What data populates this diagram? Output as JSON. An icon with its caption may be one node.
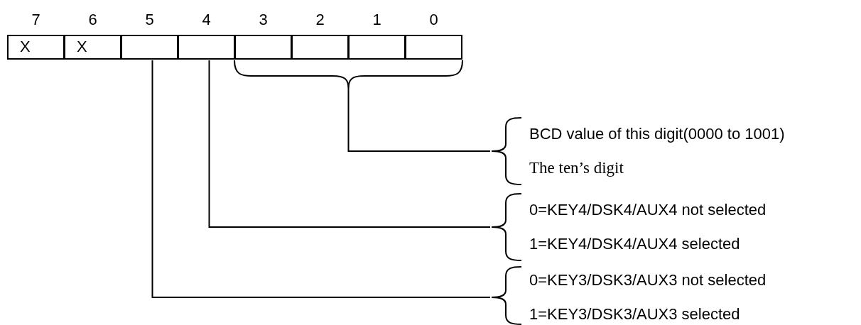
{
  "diagram": {
    "nodes": [
      {
        "text": [
          "X"
        ],
        "beside": [
          "7"
        ]
      },
      {
        "text": [
          "X"
        ],
        "beside": [
          "6"
        ]
      },
      {
        "text": [],
        "shape": "box",
        "beside": [
          "5"
        ]
      },
      {
        "text": [],
        "shape": "box",
        "beside": [
          "4"
        ]
      },
      {
        "text": [],
        "shape": "box",
        "beside": [
          "3"
        ]
      },
      {
        "text": [],
        "shape": "box",
        "beside": [
          "2"
        ]
      },
      {
        "text": [],
        "shape": "box",
        "beside": [
          "1"
        ]
      },
      {
        "text": [],
        "shape": "box",
        "beside": [
          "0"
        ]
      },
      {
        "text": [],
        "shape": "bracket"
      },
      {
        "text": [
          "BCD value of this digit(0000 to 1001)",
          "The ten’s digit"
        ]
      },
      {
        "text": [
          "0=KEY4/DSK4/AUX4 not selected",
          "1=KEY4/DSK4/AUX4 selected"
        ]
      },
      {
        "text": [
          "0=KEY3/DSK3/AUX3 not selected",
          "1=KEY3/DSK3/AUX3 selected"
        ]
      }
    ],
    "edges": [
      {
        "from": 8,
        "to": 9,
        "arrow": "none"
      },
      {
        "from": 3,
        "to": 10,
        "arrow": "none"
      },
      {
        "from": 2,
        "to": 11,
        "arrow": "none"
      }
    ]
  }
}
